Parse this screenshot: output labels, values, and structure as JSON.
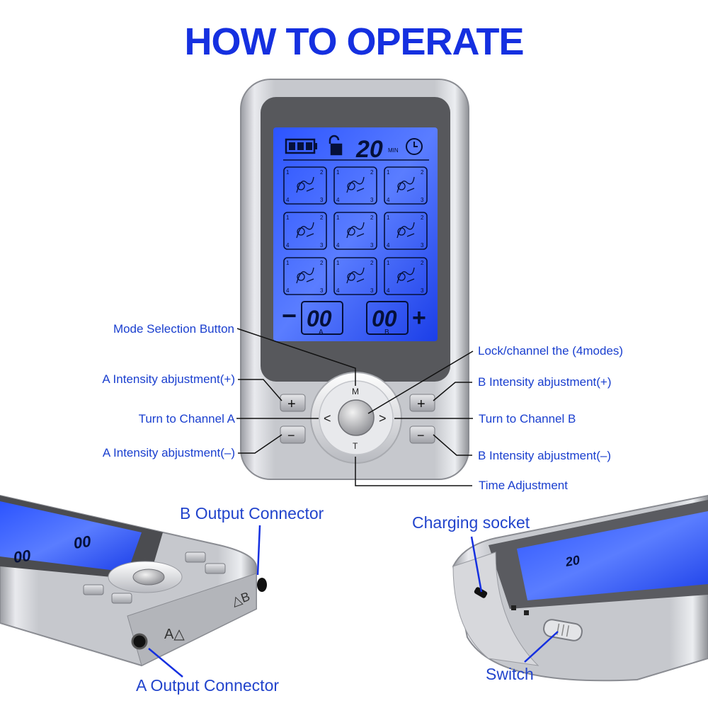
{
  "header": {
    "title": "HOW TO OPERATE"
  },
  "device": {
    "timer_value": "20",
    "timer_unit": "MIN",
    "channel_a_value": "00",
    "channel_b_value": "00",
    "channel_a_letter": "A",
    "channel_b_letter": "B",
    "minus_sign": "−",
    "plus_sign": "+",
    "mode_cell_corner_1": "1",
    "mode_cell_corner_2": "2",
    "mode_cell_corner_3": "3",
    "mode_cell_corner_4": "4",
    "button_m": "M",
    "button_t": "T",
    "button_left": "<",
    "button_right": ">",
    "button_plus": "+",
    "button_minus": "−"
  },
  "labels": {
    "mode_selection": "Mode Selection Button",
    "a_plus": "A Intensity abjustment(+)",
    "turn_a": "Turn to Channel A",
    "a_minus": "A Intensity abjustment(–)",
    "lock": "Lock/channel the (4modes)",
    "b_plus": "B Intensity abjustment(+)",
    "turn_b": "Turn to Channel B",
    "b_minus": "B Intensity abjustment(–)",
    "time_adj": "Time Adjustment",
    "b_output": "B Output Connector",
    "a_output": "A Output Connector",
    "charging": "Charging socket",
    "switch": "Switch"
  },
  "side_views": {
    "a_mark": "A△",
    "b_mark": "△B",
    "screen_a_value": "00",
    "screen_b_value": "00",
    "screen_timer": "20"
  },
  "colors": {
    "title": "#1530e0",
    "label": "#1a3fcf",
    "lcd": "#1f4cff",
    "silver": "#c8c8cc"
  }
}
